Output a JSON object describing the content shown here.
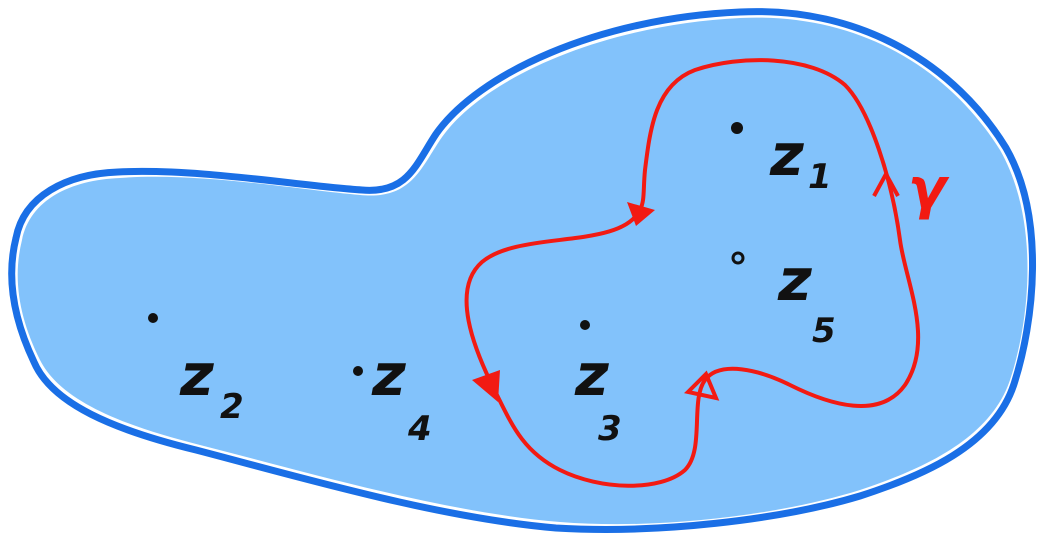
{
  "colors": {
    "region_fill": "#82c2fb",
    "region_stroke": "#1a6fe6",
    "contour": "#f21a12",
    "ink": "#111111"
  },
  "labels": {
    "z1": {
      "main": "z",
      "sub": "1"
    },
    "z2": {
      "main": "z",
      "sub": "2"
    },
    "z3": {
      "main": "z",
      "sub": "3"
    },
    "z4": {
      "main": "z",
      "sub": "4"
    },
    "z5": {
      "main": "z",
      "sub": "5"
    },
    "gamma": "γ"
  }
}
